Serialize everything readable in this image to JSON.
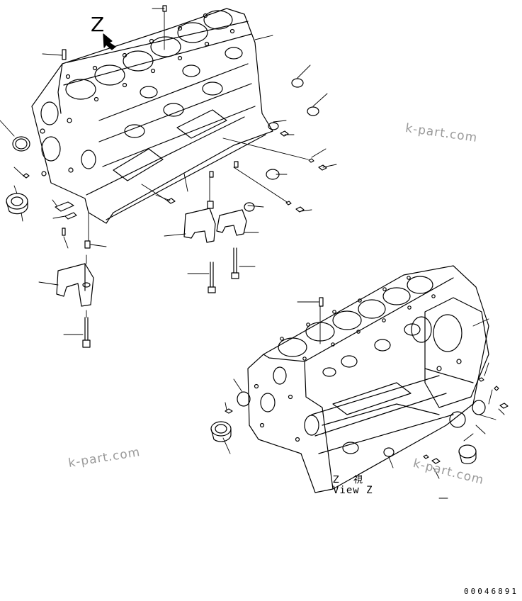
{
  "diagram": {
    "view_letter": "Z",
    "view_label_jp": "Z 視",
    "view_label_en": "View Z",
    "figure_code": "00046891",
    "watermarks": [
      "k-part.com",
      "k-part.com",
      "k-part.com"
    ],
    "line_color": "#000000",
    "watermark_color": "#9a9a9a"
  }
}
